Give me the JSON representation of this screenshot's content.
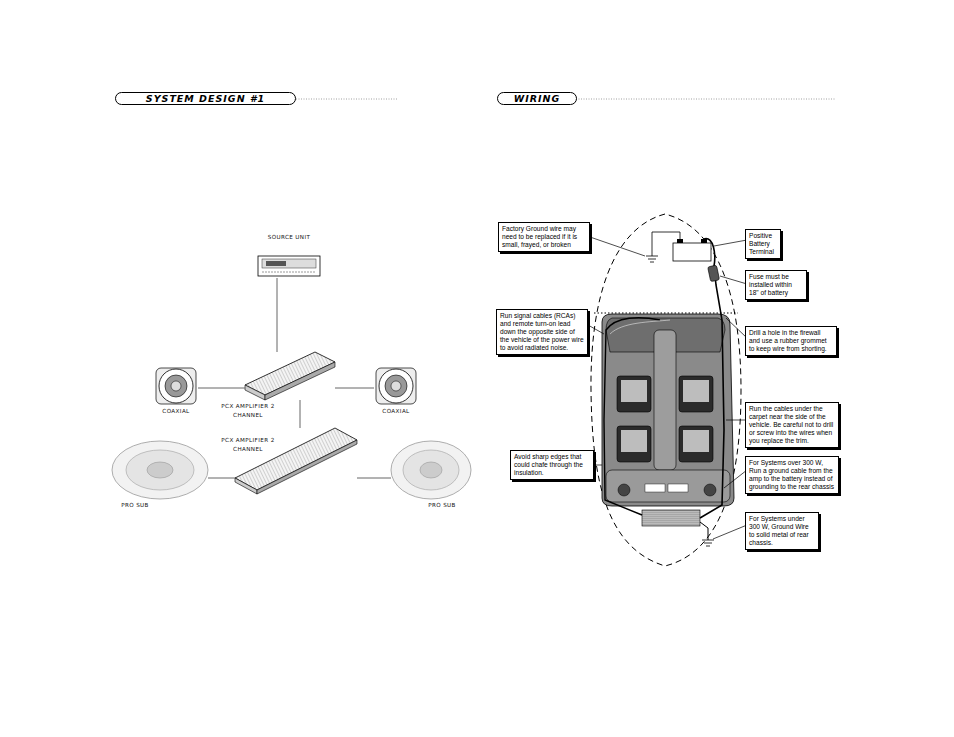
{
  "diagram": {
    "title": "SYSTEM DESIGN #1",
    "nodes": [
      {
        "text": [
          "SOURCE UNIT"
        ]
      },
      {
        "text": [
          "COAXIAL"
        ]
      },
      {
        "text": [
          "PCX AMPLIFIER 2 CHANNEL"
        ]
      },
      {
        "text": [
          "COAXIAL"
        ]
      },
      {
        "text": [
          "PCX AMPLIFIER 2 CHANNEL"
        ]
      },
      {
        "text": [
          "PRO SUB"
        ]
      },
      {
        "text": [
          "PRO SUB"
        ]
      },
      {
        "text": [
          "Factory Ground wire may need to be replaced if it is small, frayed, or broken"
        ]
      },
      {
        "text": [
          "Positive Battery Terminal"
        ]
      },
      {
        "text": [
          "Fuse must be installed within 18\" of battery"
        ]
      },
      {
        "text": [
          "Run signal cables (RCAs) and remote turn-on lead down the opposite side of the vehicle of the power wire to avoid radiated noise."
        ]
      },
      {
        "text": [
          "Drill a hole in the firewall and use a rubber grommet to keep wire from shorting."
        ]
      },
      {
        "text": [
          "Run the cables under the carpet near the side of the vehicle. Be careful not to drill or screw into the wires when you replace the trim."
        ]
      },
      {
        "text": [
          "Avoid sharp edges that could chafe through the insulation."
        ]
      },
      {
        "text": [
          "For Systems over 300 W, Run a ground cable from the amp to the battery instead of grounding to the rear chassis"
        ]
      },
      {
        "text": [
          "For Systems under 300 W, Ground Wire to solid metal of rear chassis."
        ]
      }
    ],
    "edges": [
      {
        "from": 0,
        "to": 2,
        "arrow": "none"
      },
      {
        "from": 2,
        "to": 1,
        "arrow": "none"
      },
      {
        "from": 2,
        "to": 3,
        "arrow": "none"
      },
      {
        "from": 2,
        "to": 4,
        "arrow": "none"
      },
      {
        "from": 4,
        "to": 5,
        "arrow": "none"
      },
      {
        "from": 4,
        "to": 6,
        "arrow": "none"
      }
    ],
    "labels": [
      "WIRING"
    ]
  }
}
